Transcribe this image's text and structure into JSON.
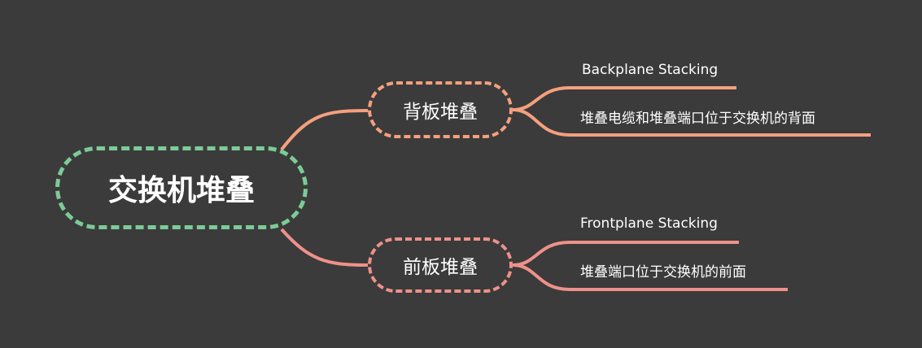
{
  "colors": {
    "background": "#3b3b3b",
    "root": "#7ccb97",
    "branch_top": "#f5a07e",
    "branch_bottom": "#ef918a"
  },
  "root": {
    "label": "交换机堆叠"
  },
  "branches": [
    {
      "label": "背板堆叠",
      "leaves": [
        "Backplane Stacking",
        "堆叠电缆和堆叠端口位于交换机的背面"
      ]
    },
    {
      "label": "前板堆叠",
      "leaves": [
        "Frontplane Stacking",
        "堆叠端口位于交换机的前面"
      ]
    }
  ]
}
